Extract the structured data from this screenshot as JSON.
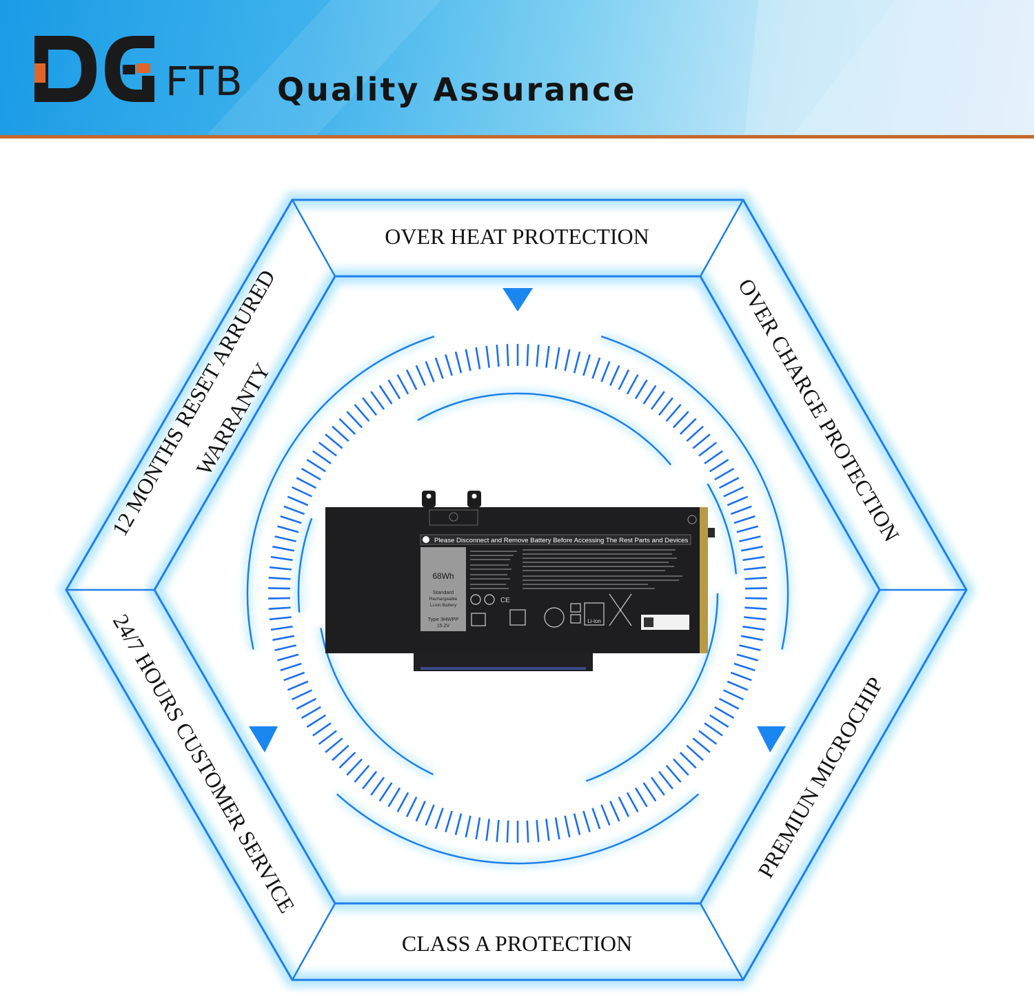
{
  "brand": {
    "logo_letters": "DG",
    "logo_suffix": "FTB",
    "tagline": "Quality Assurance",
    "colors": {
      "accent_blue": "#1a86f0",
      "logo_dark": "#1a1a1a",
      "logo_orange": "#e1652a",
      "stripe": "#c46a2f"
    }
  },
  "features": {
    "top": "OVER HEAT PROTECTION",
    "upper_right": "OVER CHARGE PROTECTION",
    "lower_right": "PREMIUN MICROCHIP",
    "bottom": "CLASS A PROTECTION",
    "lower_left": "24/7 HOURS CUSTOMER SERVICE",
    "upper_left_line1": "12 MONTHS RESET ARRURED",
    "upper_left_line2": "WARRANTY"
  },
  "battery": {
    "warning_banner": "Please Disconnect and Remove Battery Before Accessing The Rest Parts and Devices",
    "capacity": "68Wh",
    "kind_line1": "Standard",
    "kind_line2": "Rechargeable",
    "kind_line3": "Li-ion Battery",
    "type": "Type 3HWPP",
    "voltage": "15.2V",
    "chem_badge": "Li-ion"
  }
}
